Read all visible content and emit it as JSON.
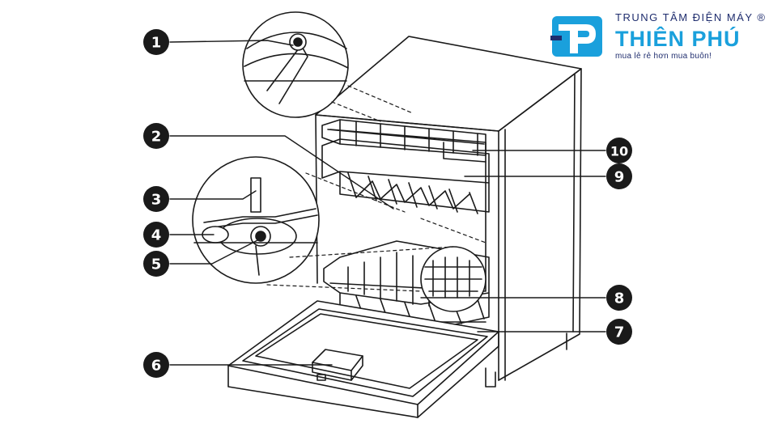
{
  "callouts": [
    "1",
    "2",
    "3",
    "4",
    "5",
    "6",
    "7",
    "8",
    "9",
    "10"
  ],
  "logo": {
    "top_line": "TRUNG TÂM ĐIỆN MÁY ®",
    "brand": "THIÊN PHÚ",
    "tagline": "mua lẻ rẻ hơn mua buôn!",
    "brand_color": "#1aa0dc",
    "text_color": "#1f2d6e"
  },
  "colors": {
    "line": "#1a1a1a",
    "callout_fill": "#1a1a1a"
  }
}
